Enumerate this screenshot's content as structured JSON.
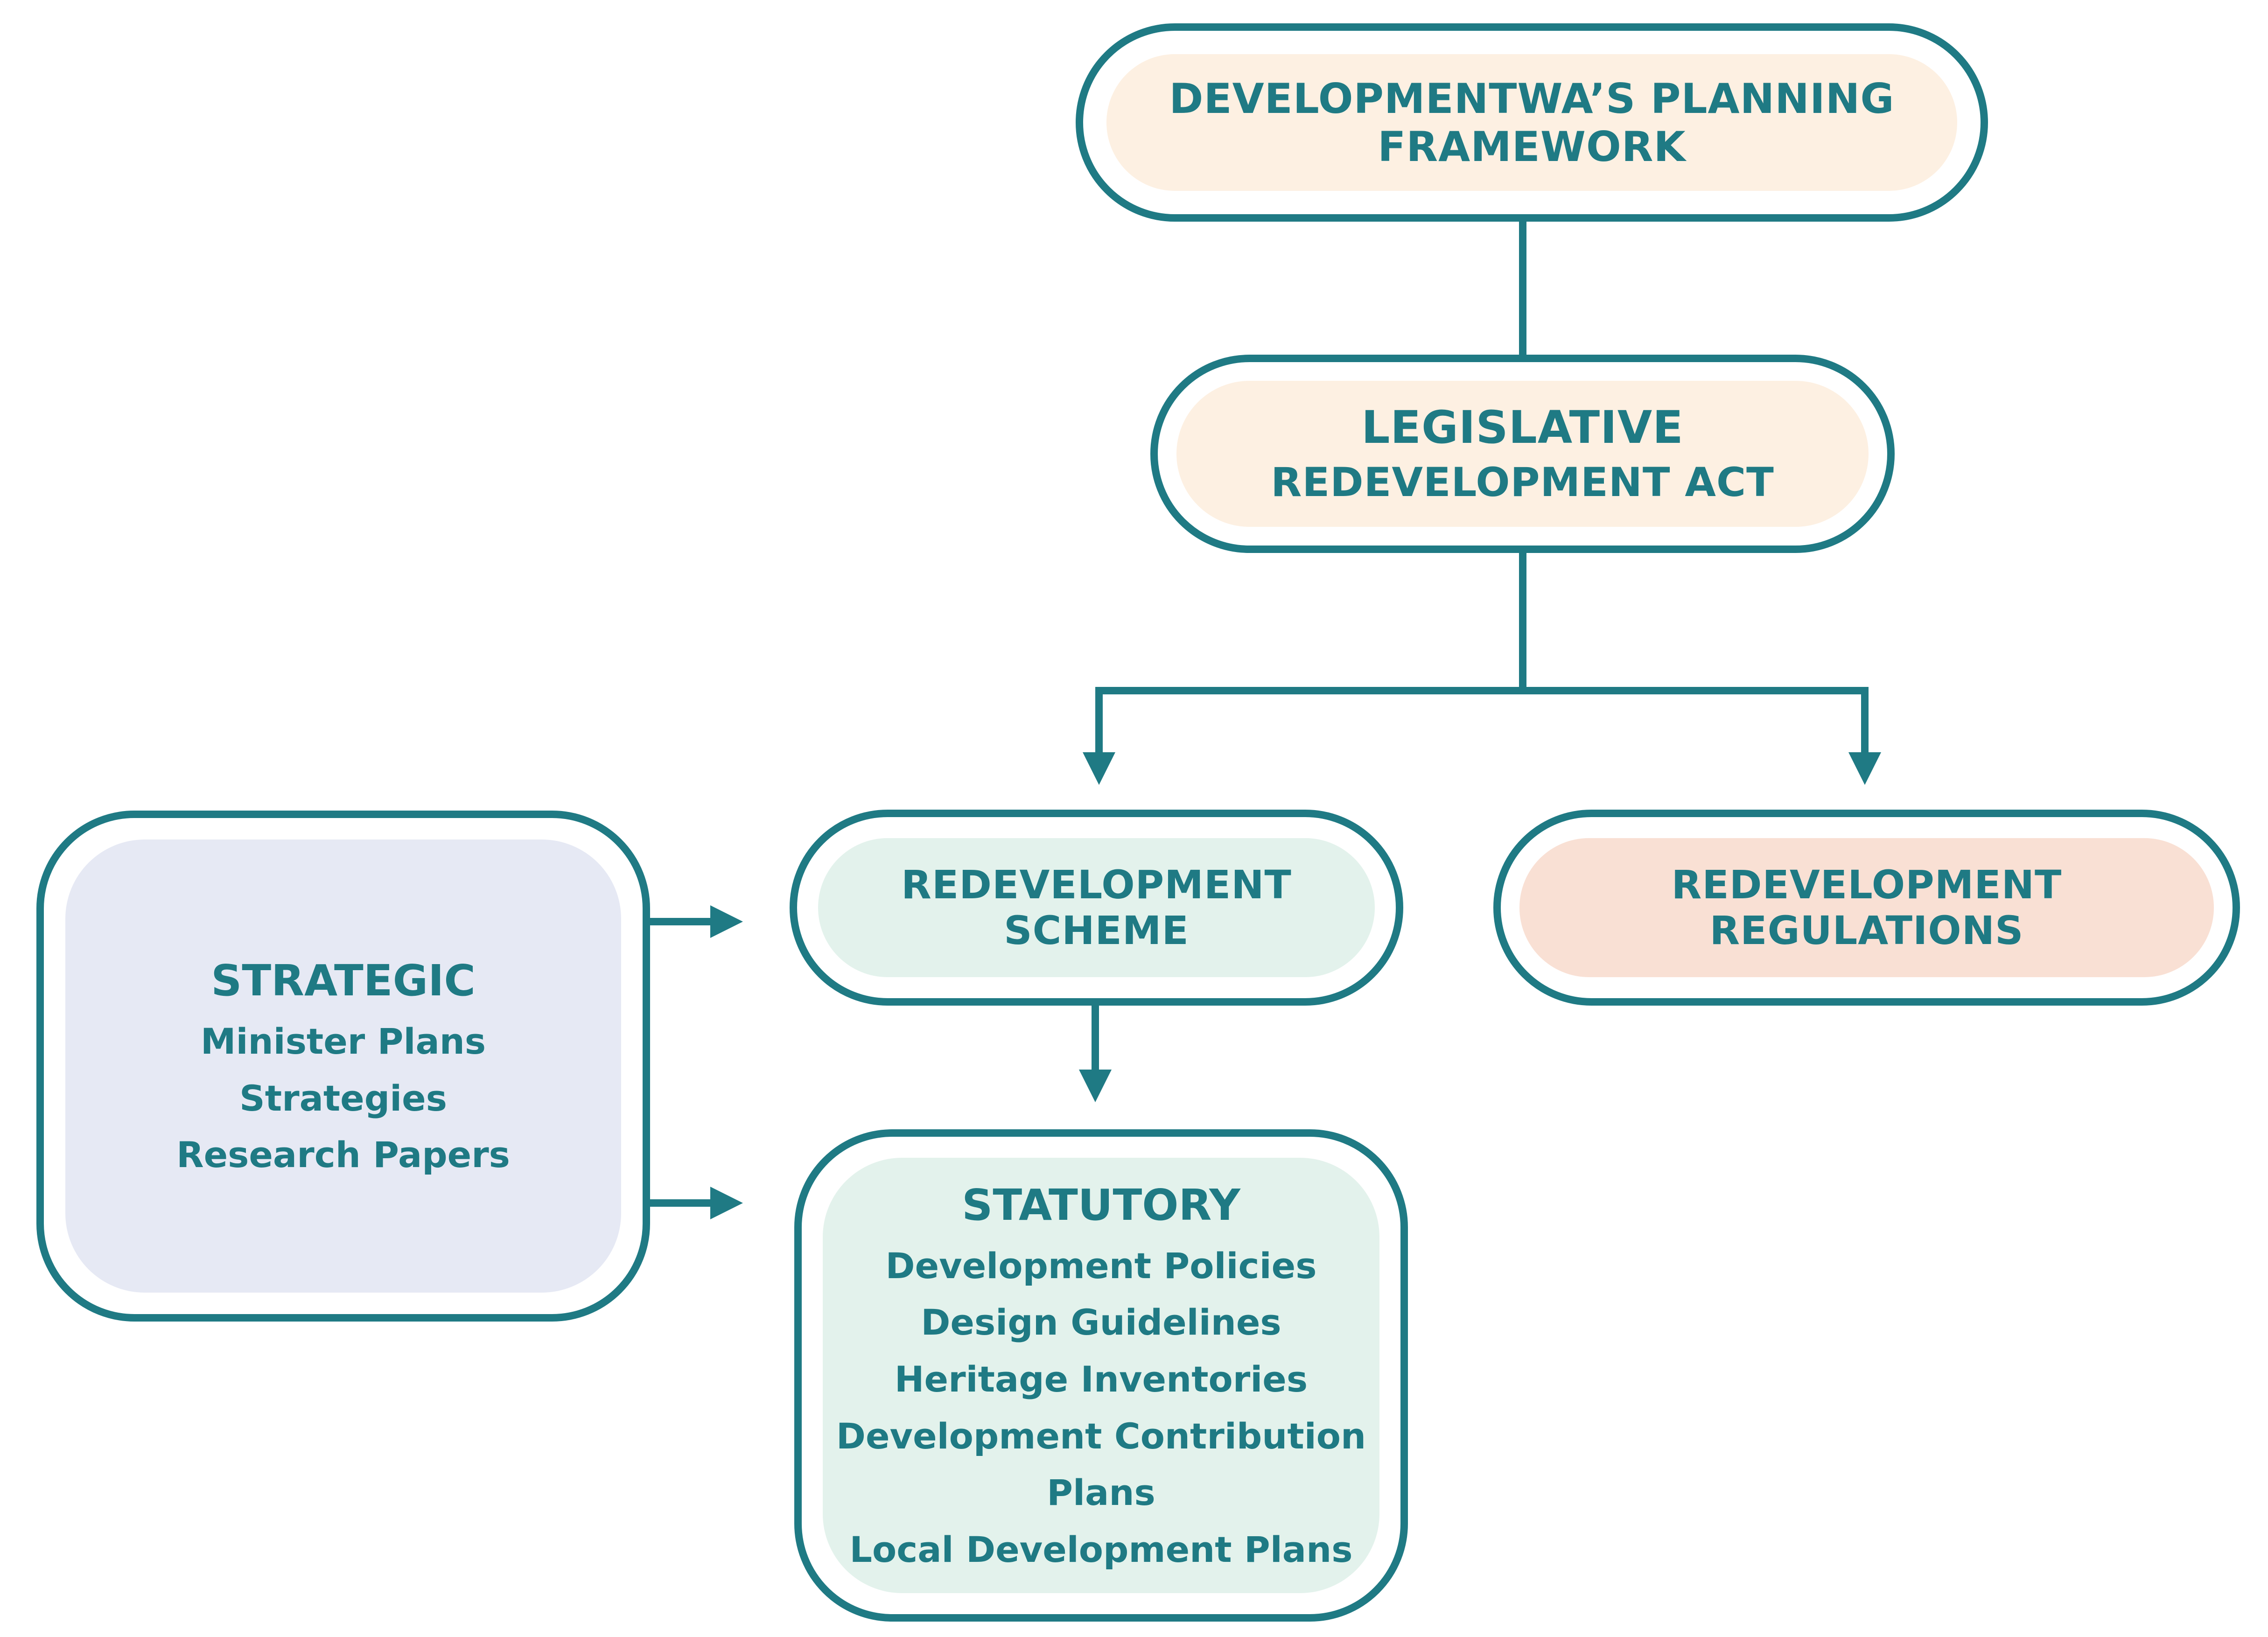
{
  "colors": {
    "stroke": "#1f7a84",
    "text": "#1f7a84",
    "framework_fill": "#fdf0e2",
    "legislative_fill": "#fdf0e2",
    "scheme_fill": "#e3f2ec",
    "regulations_fill": "#f9e0d4",
    "strategic_fill": "#e6e9f4",
    "statutory_fill": "#e3f2ec"
  },
  "framework": {
    "title": "DEVELOPMENTWA’S PLANNING FRAMEWORK"
  },
  "legislative": {
    "title": "LEGISLATIVE",
    "subtitle": "REDEVELOPMENT ACT"
  },
  "scheme": {
    "title": "REDEVELOPMENT SCHEME"
  },
  "regulations": {
    "title": "REDEVELOPMENT REGULATIONS"
  },
  "strategic": {
    "title": "STRATEGIC",
    "items": [
      "Minister Plans",
      "Strategies",
      "Research Papers"
    ]
  },
  "statutory": {
    "title": "STATUTORY",
    "items": [
      "Development Policies",
      "Design Guidelines",
      "Heritage Inventories",
      "Development Contribution Plans",
      "Local Development Plans"
    ]
  }
}
